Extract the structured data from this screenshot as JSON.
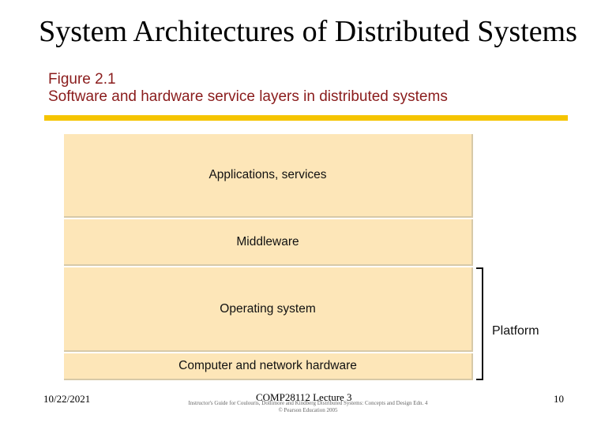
{
  "slide": {
    "title": "System Architectures of Distributed Systems"
  },
  "figure": {
    "number": "Figure 2.1",
    "caption": "Software and hardware service layers in distributed systems",
    "rule_color": "#f5c400",
    "layer_color": "#fde6b8",
    "layers": [
      "Applications, services",
      "Middleware",
      "Operating system",
      "Computer and network hardware"
    ],
    "platform_label": "Platform"
  },
  "footer": {
    "date": "10/22/2021",
    "course": "COMP28112 Lecture 3",
    "page": "10",
    "credit_line1": "Instructor's Guide for Coulouris, Dollimore and Kindberg Distributed Systems: Concepts and Design Edn. 4",
    "credit_line2": "© Pearson Education 2005"
  }
}
